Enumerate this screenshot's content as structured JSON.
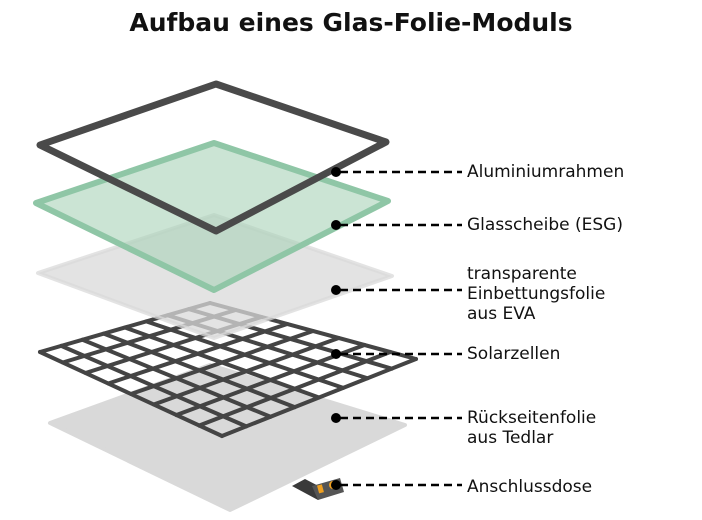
{
  "title": "Aufbau eines Glas-Folie-Moduls",
  "layers": [
    {
      "id": "frame",
      "label": "Aluminiumrahmen",
      "color": "#4a4a4a"
    },
    {
      "id": "glass",
      "label": "Glasscheibe (ESG)",
      "color": "#8fc6a6"
    },
    {
      "id": "eva",
      "label": "transparente\nEinbettungsfolie\naus EVA",
      "lines": [
        "transparente",
        "Einbettungsfolie",
        "aus EVA"
      ],
      "color": "#dcdcdc"
    },
    {
      "id": "cells",
      "label": "Solarzellen",
      "color": "#4a4a4a"
    },
    {
      "id": "backsheet",
      "label": "Rückseitenfolie\naus Tedlar",
      "lines": [
        "Rückseitenfolie",
        "aus Tedlar"
      ],
      "color": "#d9d9d9"
    },
    {
      "id": "junction-box",
      "label": "Anschlussdose",
      "color": "#f0a020"
    }
  ]
}
